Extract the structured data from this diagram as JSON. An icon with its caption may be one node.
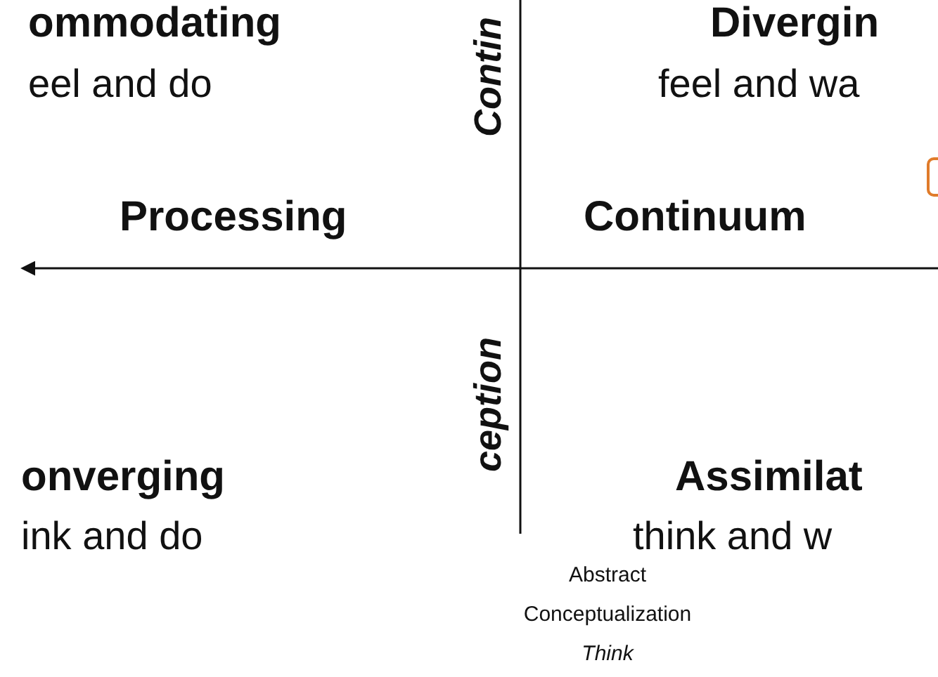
{
  "diagram": {
    "labels": [
      "ommodating",
      "eel and do",
      "Divergin",
      "feel and wa",
      "Contin",
      "Processing",
      "Continuum",
      "ception",
      "onverging",
      "ink and do",
      "Assimilat",
      "think and w",
      "Abstract",
      "Conceptualization",
      "Think"
    ]
  }
}
